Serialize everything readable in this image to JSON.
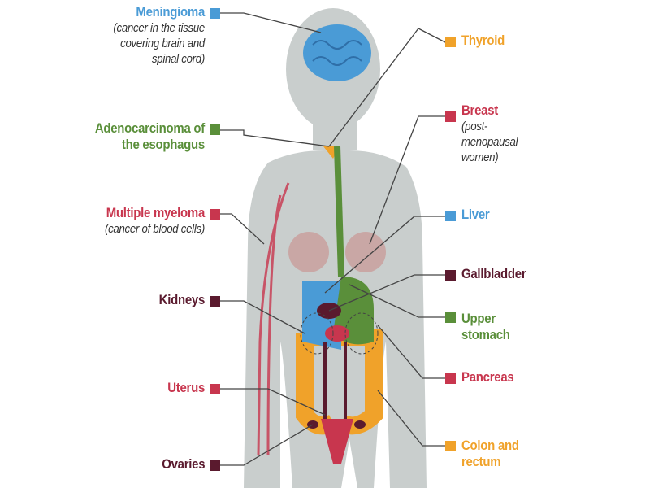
{
  "colors": {
    "blue": "#4a9bd6",
    "green": "#5a8f3a",
    "red": "#c8364e",
    "maroon": "#5a1a2e",
    "orange": "#f0a22a",
    "body": "#c9cecd"
  },
  "labels": {
    "meningioma": {
      "title": "Meningioma",
      "sub": "(cancer in the tissue covering brain and spinal cord)"
    },
    "esophagus": {
      "title": "Adenocarcinoma of the esophagus"
    },
    "myeloma": {
      "title": "Multiple myeloma",
      "sub": "(cancer of blood cells)"
    },
    "kidneys": {
      "title": "Kidneys"
    },
    "uterus": {
      "title": "Uterus"
    },
    "ovaries": {
      "title": "Ovaries"
    },
    "thyroid": {
      "title": "Thyroid"
    },
    "breast": {
      "title": "Breast",
      "sub": "(post-menopausal women)"
    },
    "liver": {
      "title": "Liver"
    },
    "gallbladder": {
      "title": "Gallbladder"
    },
    "stomach": {
      "title": "Upper stomach"
    },
    "pancreas": {
      "title": "Pancreas"
    },
    "colon": {
      "title": "Colon and rectum"
    }
  }
}
